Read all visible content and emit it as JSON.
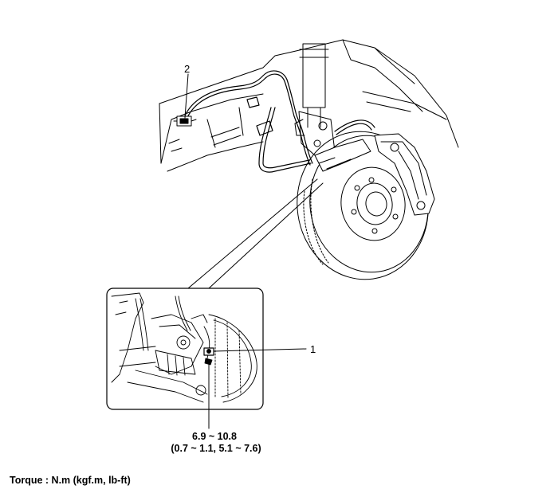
{
  "callouts": {
    "sensor_connector": "2",
    "sensor_bolt": "1"
  },
  "torque": {
    "value_nm": "6.9 ~ 10.8",
    "value_alt": "(0.7 ~ 1.1, 5.1 ~ 7.6)",
    "note": "Torque : N.m (kgf.m, lb-ft)"
  }
}
